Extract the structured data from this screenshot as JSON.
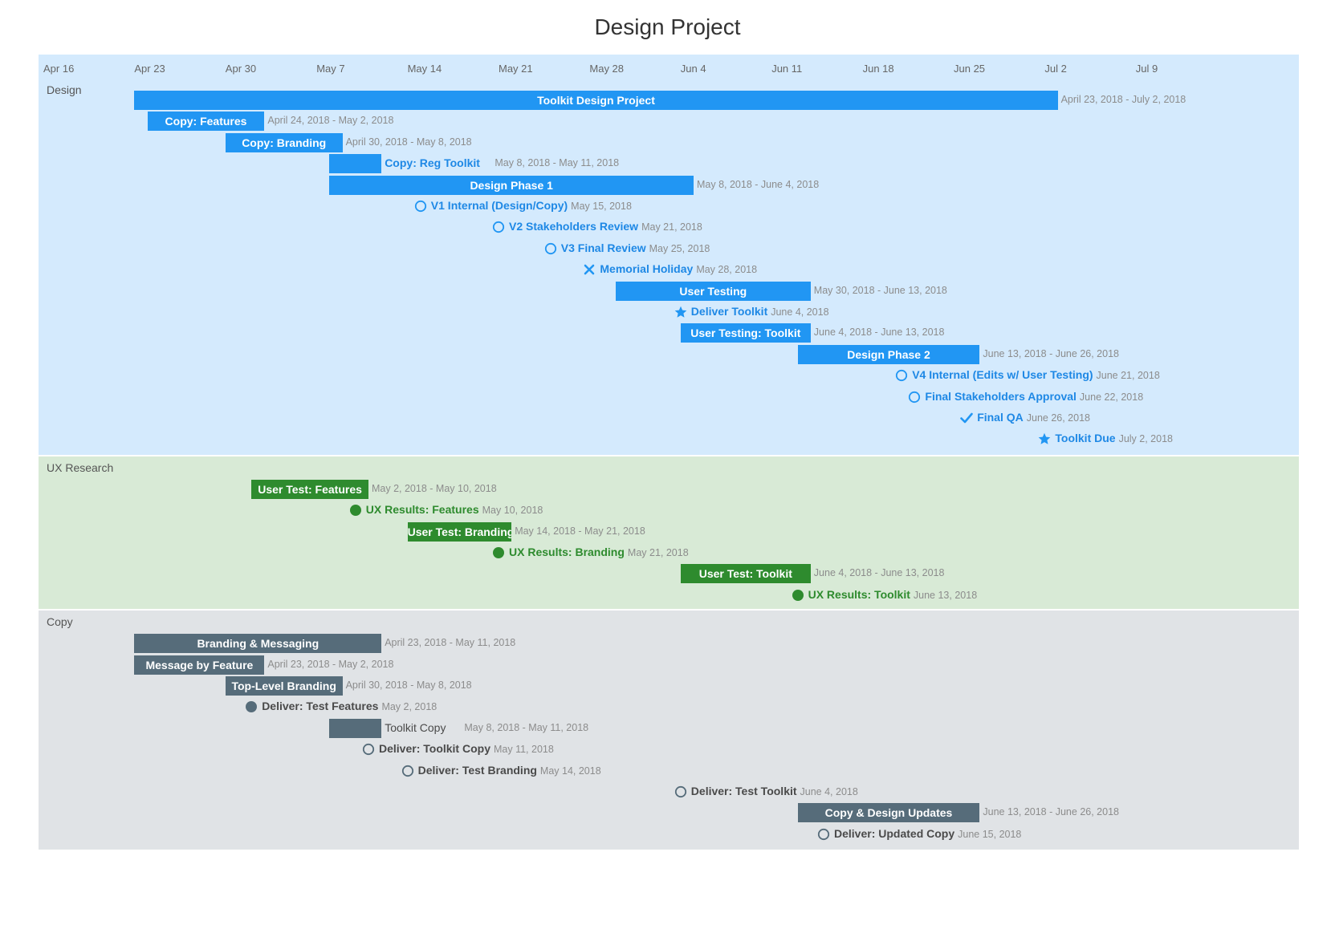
{
  "title": "Design Project",
  "colors": {
    "design_bar": "#2196f3",
    "design_bg": "#d4eafd",
    "design_text": "#1e88e5",
    "ux_bar": "#2e8b2e",
    "ux_bg": "#d8ead6",
    "ux_text": "#2e8b2e",
    "copy_bar": "#566c7a",
    "copy_bg": "#e0e3e6",
    "copy_text": "#4a4a4a"
  },
  "chart_data": {
    "type": "gantt",
    "start_date": "2018-04-16",
    "end_date": "2018-07-16",
    "ticks": [
      "Apr 16",
      "Apr 23",
      "Apr 30",
      "May 7",
      "May 14",
      "May 21",
      "May 28",
      "Jun 4",
      "Jun 11",
      "Jun 18",
      "Jun 25",
      "Jul 2",
      "Jul 9"
    ],
    "sections": [
      {
        "name": "Design",
        "theme": "design",
        "items": [
          {
            "kind": "bar",
            "label": "Toolkit Design Project",
            "start": "2018-04-23",
            "end": "2018-07-03",
            "dates": "April 23, 2018 - July 2, 2018"
          },
          {
            "kind": "bar",
            "label": "Copy: Features",
            "start": "2018-04-24",
            "end": "2018-05-03",
            "dates": "April 24, 2018 - May 2, 2018"
          },
          {
            "kind": "bar",
            "label": "Copy: Branding",
            "start": "2018-04-30",
            "end": "2018-05-09",
            "dates": "April 30, 2018 - May 8, 2018"
          },
          {
            "kind": "bar",
            "label": "Copy: Reg Toolkit",
            "start": "2018-05-08",
            "end": "2018-05-12",
            "dates": "May 8, 2018 - May 11, 2018",
            "outside": true
          },
          {
            "kind": "bar",
            "label": "Design Phase 1",
            "start": "2018-05-08",
            "end": "2018-06-05",
            "dates": "May 8, 2018 - June 4, 2018"
          },
          {
            "kind": "milestone",
            "icon": "circle",
            "label": "V1 Internal (Design/Copy)",
            "date": "2018-05-15",
            "dates": "May 15, 2018"
          },
          {
            "kind": "milestone",
            "icon": "circle",
            "label": "V2 Stakeholders Review",
            "date": "2018-05-21",
            "dates": "May 21, 2018"
          },
          {
            "kind": "milestone",
            "icon": "circle",
            "label": "V3 Final Review",
            "date": "2018-05-25",
            "dates": "May 25, 2018"
          },
          {
            "kind": "milestone",
            "icon": "x",
            "label": "Memorial Holiday",
            "date": "2018-05-28",
            "dates": "May 28, 2018"
          },
          {
            "kind": "bar",
            "label": "User Testing",
            "start": "2018-05-30",
            "end": "2018-06-14",
            "dates": "May 30, 2018 - June 13, 2018"
          },
          {
            "kind": "milestone",
            "icon": "star",
            "label": "Deliver Toolkit",
            "date": "2018-06-04",
            "dates": "June 4, 2018"
          },
          {
            "kind": "bar",
            "label": "User Testing: Toolkit",
            "start": "2018-06-04",
            "end": "2018-06-14",
            "dates": "June 4, 2018 - June 13, 2018"
          },
          {
            "kind": "bar",
            "label": "Design Phase 2",
            "start": "2018-06-13",
            "end": "2018-06-27",
            "dates": "June 13, 2018 - June 26, 2018"
          },
          {
            "kind": "milestone",
            "icon": "circle",
            "label": "V4 Internal (Edits w/ User Testing)",
            "date": "2018-06-21",
            "dates": "June 21, 2018"
          },
          {
            "kind": "milestone",
            "icon": "circle",
            "label": "Final Stakeholders Approval",
            "date": "2018-06-22",
            "dates": "June 22, 2018"
          },
          {
            "kind": "milestone",
            "icon": "check",
            "label": "Final QA",
            "date": "2018-06-26",
            "dates": "June 26, 2018"
          },
          {
            "kind": "milestone",
            "icon": "star",
            "label": "Toolkit Due",
            "date": "2018-07-02",
            "dates": "July 2, 2018"
          }
        ]
      },
      {
        "name": "UX Research",
        "theme": "ux",
        "items": [
          {
            "kind": "bar",
            "label": "User Test: Features",
            "start": "2018-05-02",
            "end": "2018-05-11",
            "dates": "May 2, 2018 - May 10, 2018"
          },
          {
            "kind": "milestone",
            "icon": "dot",
            "label": "UX Results: Features",
            "date": "2018-05-10",
            "dates": "May 10, 2018"
          },
          {
            "kind": "bar",
            "label": "User Test: Branding",
            "start": "2018-05-14",
            "end": "2018-05-22",
            "dates": "May 14, 2018 - May 21, 2018"
          },
          {
            "kind": "milestone",
            "icon": "dot",
            "label": "UX Results: Branding",
            "date": "2018-05-21",
            "dates": "May 21, 2018"
          },
          {
            "kind": "bar",
            "label": "User Test: Toolkit",
            "start": "2018-06-04",
            "end": "2018-06-14",
            "dates": "June 4, 2018 - June 13, 2018"
          },
          {
            "kind": "milestone",
            "icon": "dot",
            "label": "UX Results: Toolkit",
            "date": "2018-06-13",
            "dates": "June 13, 2018"
          }
        ]
      },
      {
        "name": "Copy",
        "theme": "copy",
        "items": [
          {
            "kind": "bar",
            "label": "Branding & Messaging",
            "start": "2018-04-23",
            "end": "2018-05-12",
            "dates": "April 23, 2018 - May 11, 2018"
          },
          {
            "kind": "bar",
            "label": "Message by Feature",
            "start": "2018-04-23",
            "end": "2018-05-03",
            "dates": "April 23, 2018 - May 2, 2018"
          },
          {
            "kind": "bar",
            "label": "Top-Level Branding",
            "start": "2018-04-30",
            "end": "2018-05-09",
            "dates": "April 30, 2018 - May 8, 2018"
          },
          {
            "kind": "milestone",
            "icon": "dot",
            "label": "Deliver: Test Features",
            "date": "2018-05-02",
            "dates": "May 2, 2018"
          },
          {
            "kind": "bar",
            "label": "Toolkit Copy",
            "start": "2018-05-08",
            "end": "2018-05-12",
            "dates": "May 8, 2018 - May 11, 2018",
            "outside": true
          },
          {
            "kind": "milestone",
            "icon": "circle",
            "label": "Deliver: Toolkit Copy",
            "date": "2018-05-11",
            "dates": "May 11, 2018"
          },
          {
            "kind": "milestone",
            "icon": "circle",
            "label": "Deliver: Test Branding",
            "date": "2018-05-14",
            "dates": "May 14, 2018"
          },
          {
            "kind": "milestone",
            "icon": "circle",
            "label": "Deliver: Test Toolkit",
            "date": "2018-06-04",
            "dates": "June 4, 2018"
          },
          {
            "kind": "bar",
            "label": "Copy & Design Updates",
            "start": "2018-06-13",
            "end": "2018-06-27",
            "dates": "June 13, 2018 - June 26, 2018"
          },
          {
            "kind": "milestone",
            "icon": "circle",
            "label": "Deliver: Updated Copy",
            "date": "2018-06-15",
            "dates": "June 15, 2018"
          }
        ]
      }
    ]
  }
}
